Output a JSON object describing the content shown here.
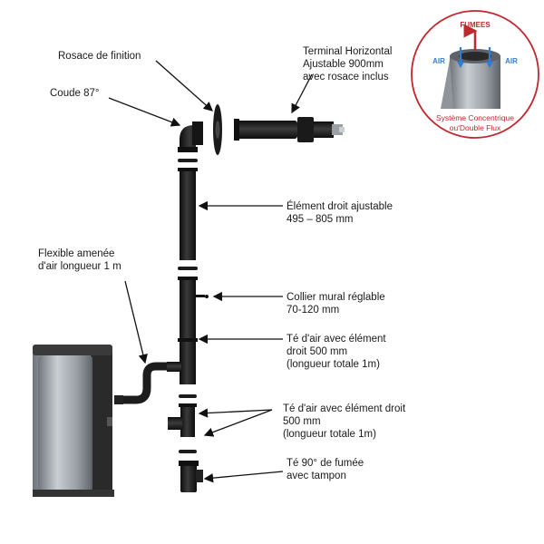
{
  "labels": {
    "rosace": "Rosace de finition",
    "terminal": "Terminal Horizontal\nAjustable 900mm\navec rosace inclus",
    "coude": "Coude 87°",
    "element_droit": "Élément droit ajustable\n495 – 805 mm",
    "flexible": "Flexible amenée\nd'air longueur 1 m",
    "collier": "Collier mural réglable\n70-120 mm",
    "te_air_1": "Té d'air avec élément\ndroit 500 mm\n(longueur totale 1m)",
    "te_air_2": "Té d'air avec élément droit\n500 mm\n(longueur totale 1m)",
    "te_90": "Té 90° de fumée\navec tampon"
  },
  "inset": {
    "fumees": "FUMEES",
    "air_left": "AIR",
    "air_right": "AIR",
    "caption_1": "Système Concentrique",
    "caption_2": "ou'Double Flux"
  },
  "colors": {
    "pipe": "#1c1c1c",
    "stove_body": "#9aa0a6",
    "accent_red": "#c0282f",
    "air_blue": "#2f7fd0"
  }
}
